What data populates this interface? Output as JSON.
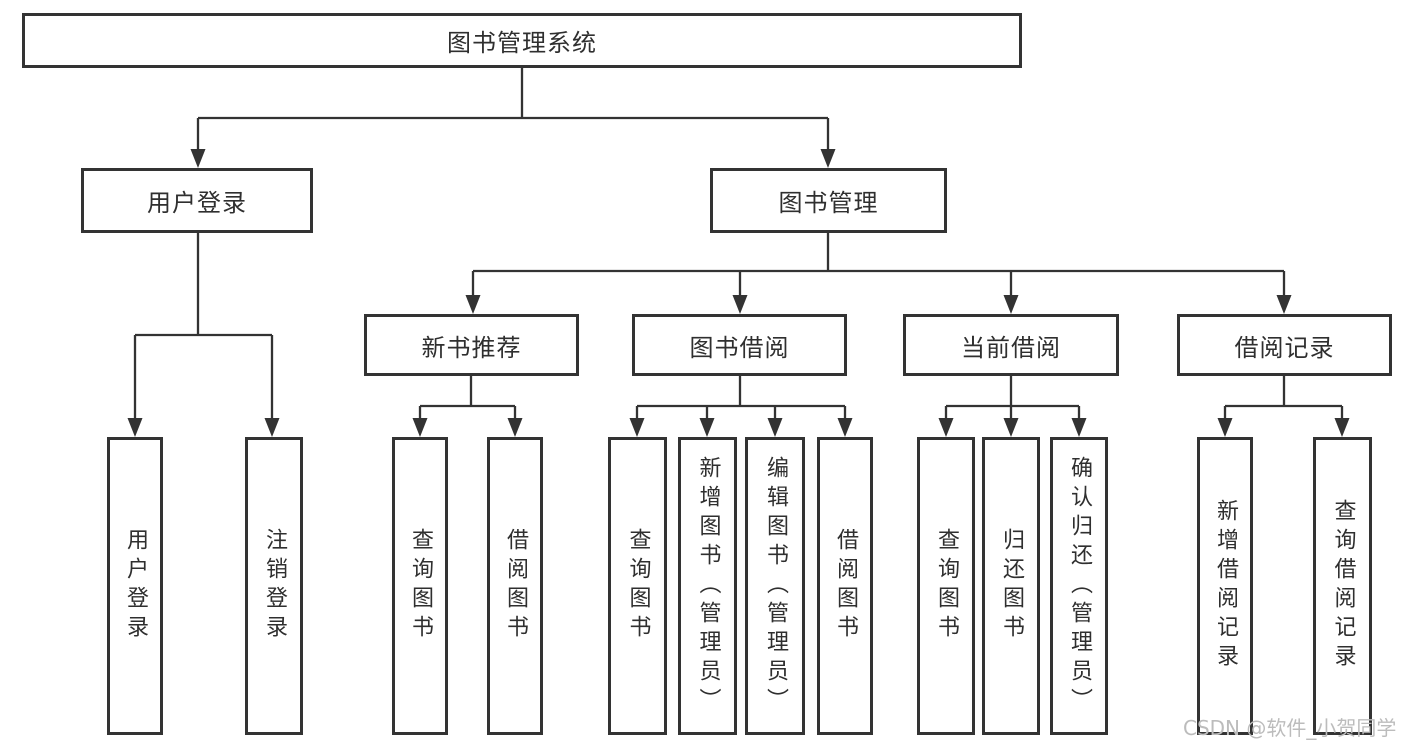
{
  "root": {
    "label": "图书管理系统"
  },
  "branches": {
    "user_login": {
      "label": "用户登录",
      "children": [
        "用户登录",
        "注销登录"
      ]
    },
    "book_mgmt": {
      "label": "图书管理",
      "children": {
        "new_books": {
          "label": "新书推荐",
          "children": [
            "查询图书",
            "借阅图书"
          ]
        },
        "borrowing": {
          "label": "图书借阅",
          "children": [
            "查询图书",
            "新增图书（管理员）",
            "编辑图书（管理员）",
            "借阅图书"
          ]
        },
        "current": {
          "label": "当前借阅",
          "children": [
            "查询图书",
            "归还图书",
            "确认归还（管理员）"
          ]
        },
        "records": {
          "label": "借阅记录",
          "children": [
            "新增借阅记录",
            "查询借阅记录"
          ]
        }
      }
    }
  },
  "watermark": "CSDN @软件_小贺同学",
  "colors": {
    "line": "#333333",
    "box_border": "#333333",
    "text": "#2f2f2f",
    "watermark": "#bcbcbc",
    "background": "#ffffff"
  }
}
